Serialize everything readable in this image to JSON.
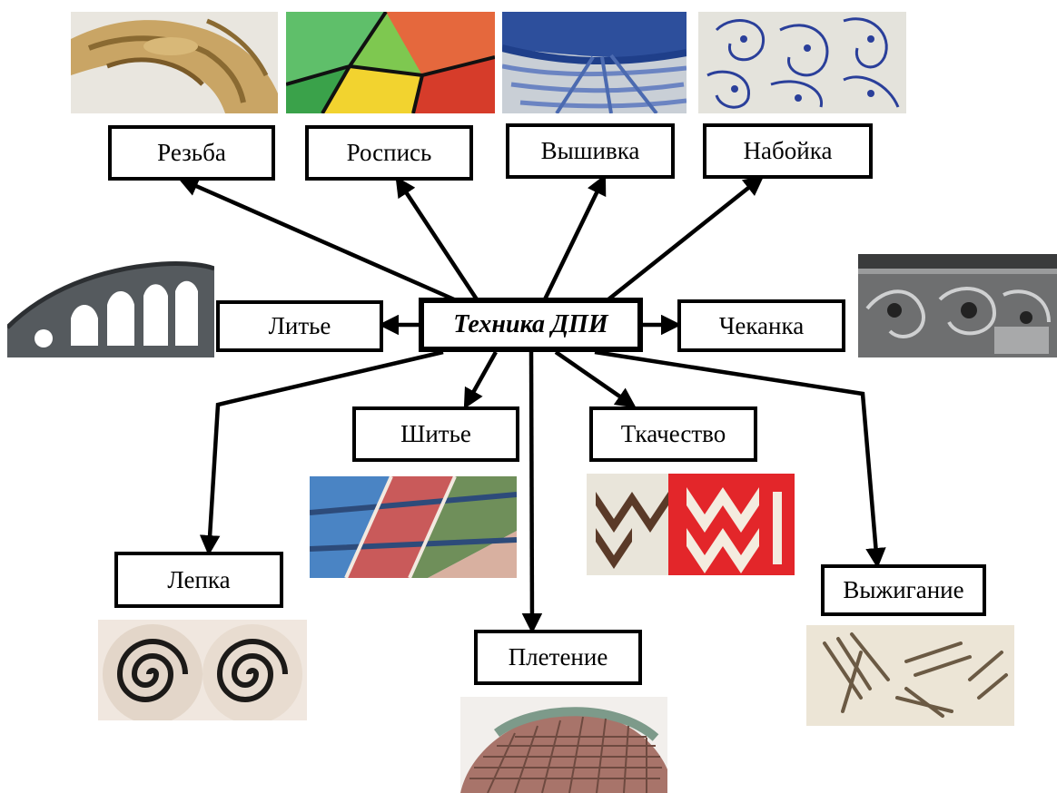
{
  "center": {
    "label": "Техника ДПИ"
  },
  "techniques": {
    "carving": {
      "label": "Резьба",
      "image": "wood-carving-image"
    },
    "painting": {
      "label": "Роспись",
      "image": "painting-image"
    },
    "embroidery": {
      "label": "Вышивка",
      "image": "embroidery-image"
    },
    "printing": {
      "label": "Набойка",
      "image": "block-printing-image"
    },
    "casting": {
      "label": "Литье",
      "image": "metal-casting-image"
    },
    "chasing": {
      "label": "Чеканка",
      "image": "metal-chasing-image"
    },
    "sewing": {
      "label": "Шитье",
      "image": "patchwork-image"
    },
    "weaving": {
      "label": "Ткачество",
      "image": "weaving-image"
    },
    "modeling": {
      "label": "Лепка",
      "image": "clay-modeling-image"
    },
    "burning": {
      "label": "Выжигание",
      "image": "wood-burning-image"
    },
    "wickerwork": {
      "label": "Плетение",
      "image": "wicker-basket-image"
    }
  }
}
